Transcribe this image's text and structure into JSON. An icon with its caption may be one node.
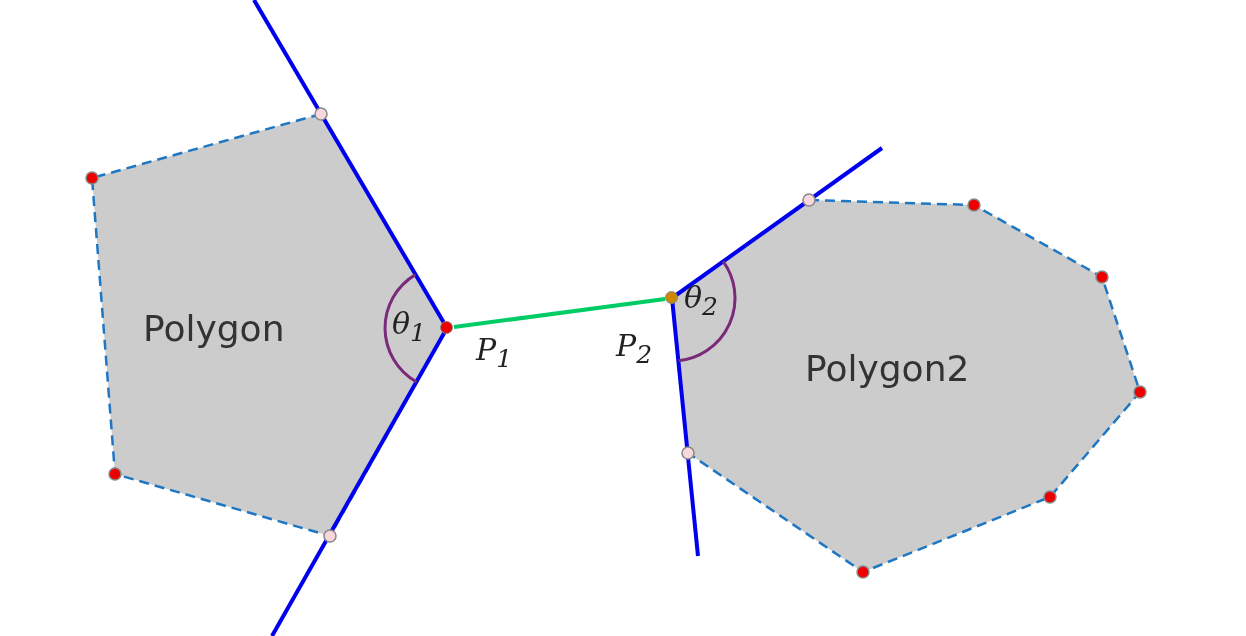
{
  "diagram": {
    "nodes": [
      {
        "text": [
          "Polygon"
        ]
      },
      {
        "text": [
          "Polygon2"
        ]
      },
      {
        "text": [],
        "shape": "circle",
        "beside": [
          "P$_{1}$"
        ]
      },
      {
        "text": [],
        "shape": "circle",
        "beside": [
          "P$_{2}$"
        ]
      }
    ],
    "edges": [
      {
        "from": 2,
        "to": 3,
        "arrow": "none",
        "color": "#00cc66"
      }
    ],
    "labels": [
      "θ$_{1}$",
      "θ$_{2}$"
    ]
  }
}
